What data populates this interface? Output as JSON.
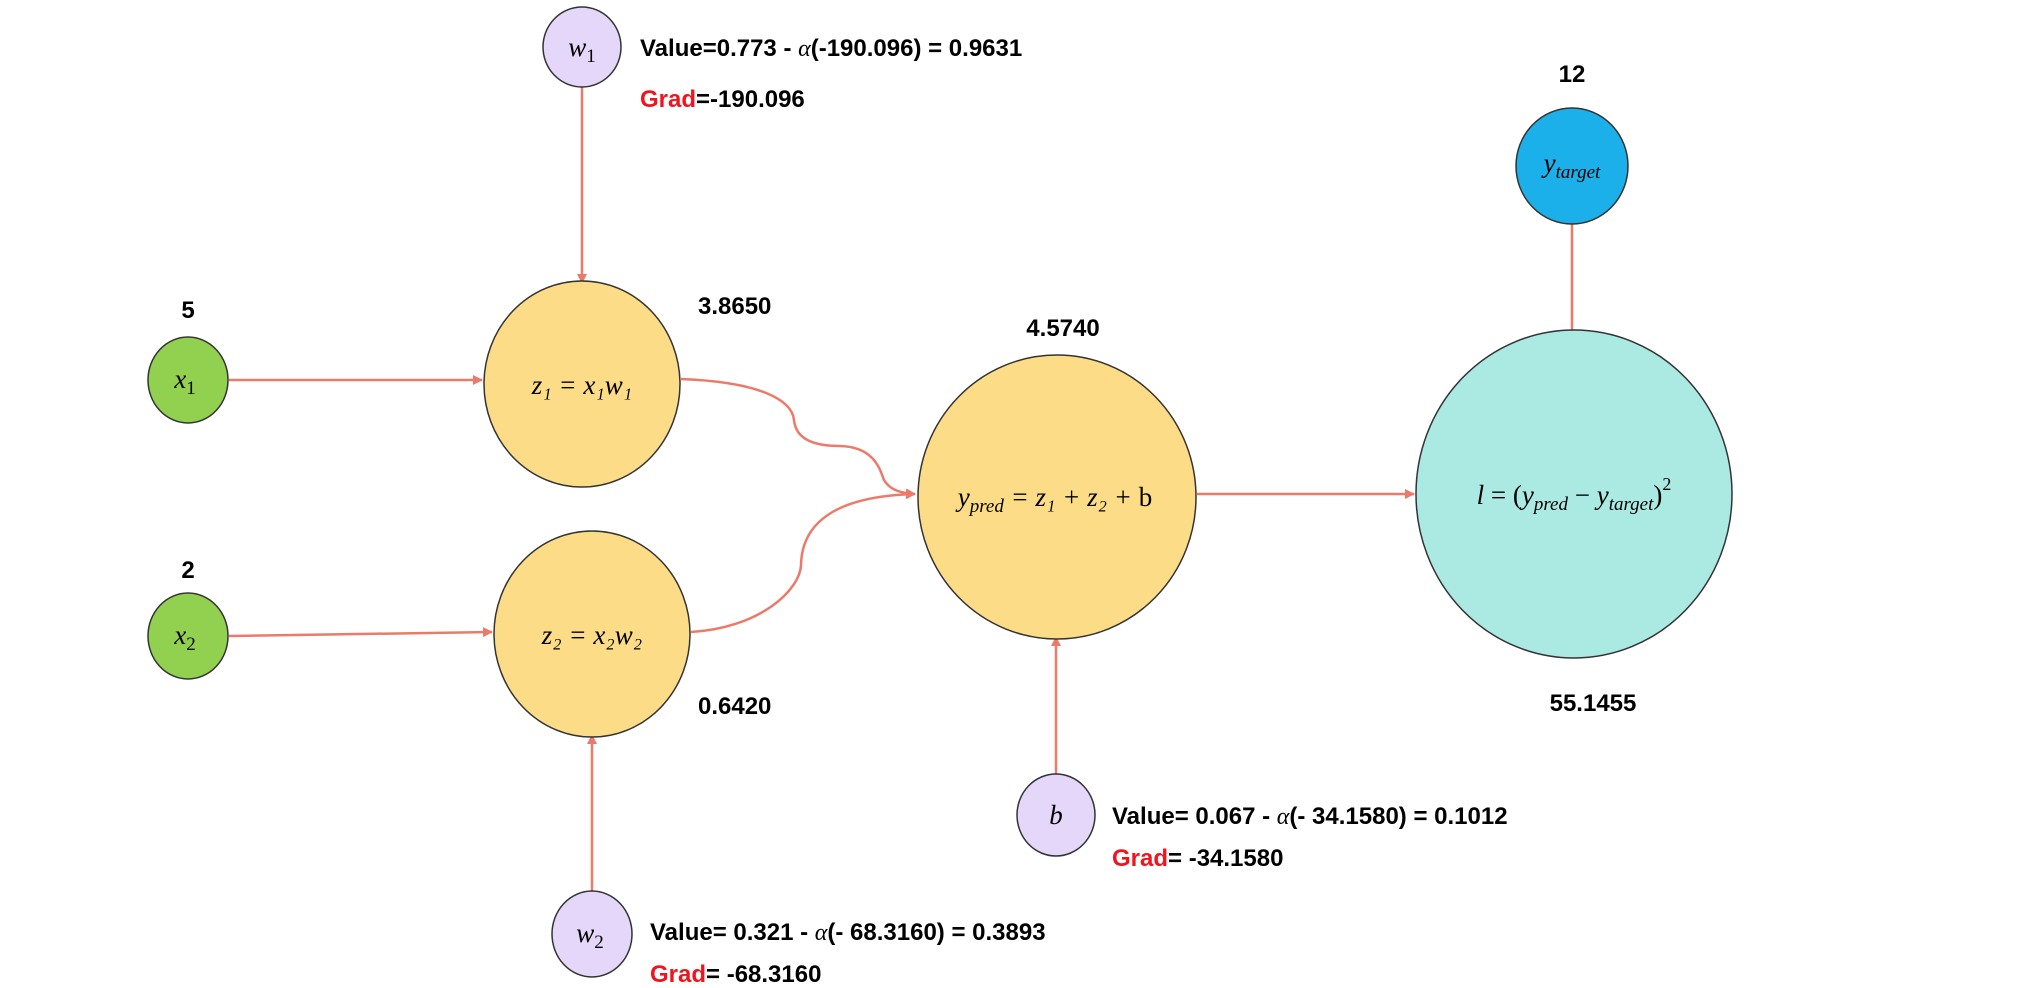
{
  "colors": {
    "input_fill": "#92d050",
    "param_fill": "#e4d7f9",
    "op_fill": "#fcdc86",
    "target_fill": "#1cb0eb",
    "loss_fill": "#abe9e3",
    "edge": "#ec7a6a",
    "grad_label": "#f0141e"
  },
  "nodes": {
    "x1": {
      "base": "x",
      "sub": "1",
      "value": "5"
    },
    "x2": {
      "base": "x",
      "sub": "2",
      "value": "2"
    },
    "w1": {
      "base": "w",
      "sub": "1",
      "value_prefix": "Value=0.773 - ",
      "alpha": "α",
      "value_suffix": "(-190.096) = 0.9631",
      "grad_label": "Grad",
      "grad_value": "=-190.096"
    },
    "w2": {
      "base": "w",
      "sub": "2",
      "value_prefix": "Value= 0.321 - ",
      "alpha": "α",
      "value_suffix": "(- 68.3160) = 0.3893",
      "grad_label": "Grad",
      "grad_value": "= -68.3160"
    },
    "b": {
      "base": "b",
      "value_prefix": "Value= 0.067 - ",
      "alpha": "α",
      "value_suffix": "(- 34.1580) = 0.1012",
      "grad_label": "Grad",
      "grad_value": "= -34.1580"
    },
    "z1": {
      "label": "z₁ = x₁w₁",
      "value": "3.8650"
    },
    "z2": {
      "label": "z₂ = x₂w₂",
      "value": "0.6420"
    },
    "y_pred": {
      "base": "y",
      "sub": "pred",
      "rest": " = z₁ + z₂ + ",
      "b": "b",
      "value": "4.5740"
    },
    "y_target": {
      "base": "y",
      "sub": "target",
      "value": "12"
    },
    "loss": {
      "l": "l",
      "eq": " = (",
      "y1": "y",
      "sub1": "pred",
      "minus": " − ",
      "y2": "y",
      "sub2": "target",
      "close": ")",
      "sup": "2",
      "value": "55.1455"
    }
  }
}
